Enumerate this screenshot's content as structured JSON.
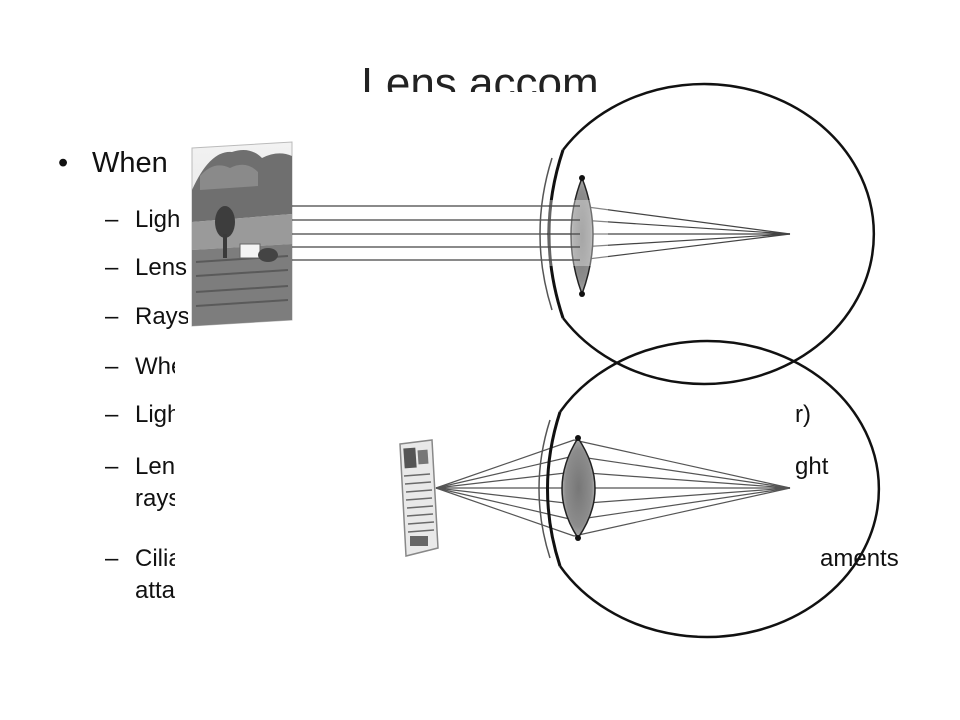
{
  "slide": {
    "title": "Lens accom",
    "bullet_main": {
      "marker": "•",
      "text": "When"
    },
    "sub_bullets": [
      {
        "marker": "–",
        "text": "Ligh"
      },
      {
        "marker": "–",
        "text": "Lens"
      },
      {
        "marker": "–",
        "text": "Rays"
      },
      {
        "marker": "–",
        "text": "Whe"
      },
      {
        "marker": "–",
        "text": "Ligh"
      },
      {
        "marker": "–",
        "text": "Lens"
      },
      {
        "marker": "–",
        "text": "Cilia"
      }
    ],
    "fragments": {
      "line5_end": "r)",
      "line6_end": "ght",
      "line6_cont": "rays",
      "line7_end": "aments",
      "line7_cont": "atta"
    }
  }
}
